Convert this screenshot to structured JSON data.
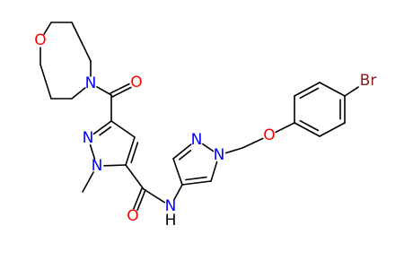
{
  "molecule": {
    "atom_labels": {
      "morpholine_o": "O",
      "morpholine_n": "N",
      "carbonyl_o1": "O",
      "pyrazole_a_n2": "N",
      "pyrazole_a_n1": "N",
      "amide_o": "O",
      "amide_n": "N",
      "amide_h": "H",
      "pyrazole_b_n2": "N",
      "pyrazole_b_n1": "N",
      "ether_o": "O",
      "bromine": "Br"
    },
    "colors": {
      "O": "#ff0000",
      "N": "#0000ff",
      "Br": "#8b1a1a",
      "bond": "#000000"
    }
  }
}
